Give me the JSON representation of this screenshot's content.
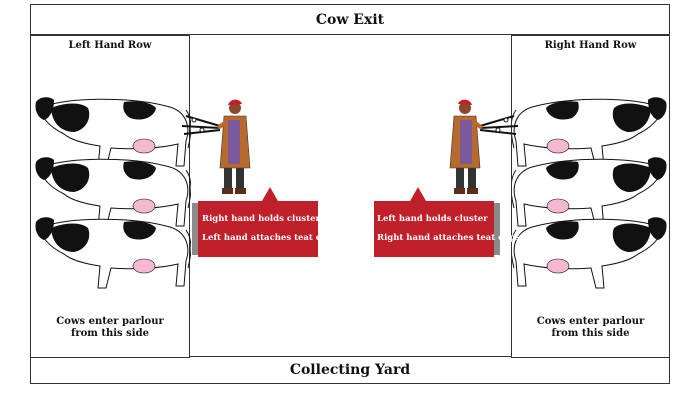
{
  "top_label": "Cow Exit",
  "bottom_label": "Collecting Yard",
  "left_row": {
    "title": "Left Hand Row",
    "note_line1": "Cows enter parlour",
    "note_line2": "from this side"
  },
  "right_row": {
    "title": "Right Hand Row",
    "note_line1": "Cows enter parlour",
    "note_line2": "from this side"
  },
  "left_callout": {
    "line1": "Right hand holds cluster",
    "line2": "Left hand attaches teat cups"
  },
  "right_callout": {
    "line1": "Left hand holds cluster",
    "line2": "Right hand attaches teat cups"
  },
  "colors": {
    "callout_red": "#c0202a",
    "callout_shadow": "#8a8a8a",
    "cow_black": "#111111",
    "udder_pink": "#f4b8d0"
  }
}
